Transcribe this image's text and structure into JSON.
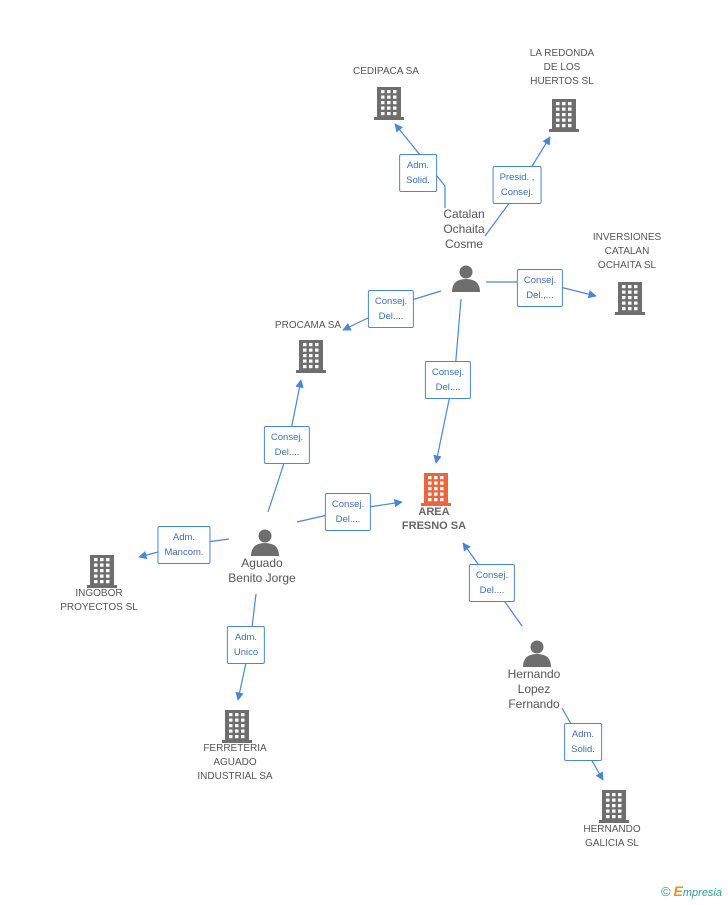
{
  "colors": {
    "edge": "#4a86d6",
    "company": "#6e6e6e",
    "focus": "#f0643a",
    "person": "#6e6e6e"
  },
  "nodes": [
    {
      "id": "cedipaca",
      "type": "company",
      "label": "CEDIPACA SA"
    },
    {
      "id": "redonda",
      "type": "company",
      "label": "LA REDONDA\nDE LOS\nHUERTOS SL"
    },
    {
      "id": "catalan",
      "type": "person",
      "label": "Catalan\nOchaita\nCosme"
    },
    {
      "id": "inversiones",
      "type": "company",
      "label": "INVERSIONES\nCATALAN\nOCHAITA  SL"
    },
    {
      "id": "procama",
      "type": "company",
      "label": "PROCAMA SA"
    },
    {
      "id": "area",
      "type": "focus",
      "label": "AREA\nFRESNO SA"
    },
    {
      "id": "aguado",
      "type": "person",
      "label": "Aguado\nBenito Jorge"
    },
    {
      "id": "ingobor",
      "type": "company",
      "label": "INGOBOR\nPROYECTOS SL"
    },
    {
      "id": "ferreteria",
      "type": "company",
      "label": "FERRETERIA\nAGUADO\nINDUSTRIAL SA"
    },
    {
      "id": "hernando",
      "type": "person",
      "label": "Hernando\nLopez\nFernando"
    },
    {
      "id": "hgalicia",
      "type": "company",
      "label": "HERNANDO\nGALICIA  SL"
    }
  ],
  "edges": [
    {
      "from": "catalan",
      "to": "cedipaca",
      "label": "Adm.\nSolid."
    },
    {
      "from": "catalan",
      "to": "redonda",
      "label": "Presid. ,\nConsej."
    },
    {
      "from": "catalan",
      "to": "inversiones",
      "label": "Consej.\nDel.,..."
    },
    {
      "from": "catalan",
      "to": "procama",
      "label": "Consej.\nDel...."
    },
    {
      "from": "catalan",
      "to": "area",
      "label": "Consej.\nDel...."
    },
    {
      "from": "aguado",
      "to": "procama",
      "label": "Consej.\nDel...."
    },
    {
      "from": "aguado",
      "to": "area",
      "label": "Consej.\nDel...."
    },
    {
      "from": "aguado",
      "to": "ingobor",
      "label": "Adm.\nMancom."
    },
    {
      "from": "aguado",
      "to": "ferreteria",
      "label": "Adm.\nUnico"
    },
    {
      "from": "hernando",
      "to": "area",
      "label": "Consej.\nDel...."
    },
    {
      "from": "hernando",
      "to": "hgalicia",
      "label": "Adm.\nSolid."
    }
  ],
  "footer": {
    "copyright": "©",
    "brand_initial": "E",
    "brand_rest": "mpresia"
  }
}
